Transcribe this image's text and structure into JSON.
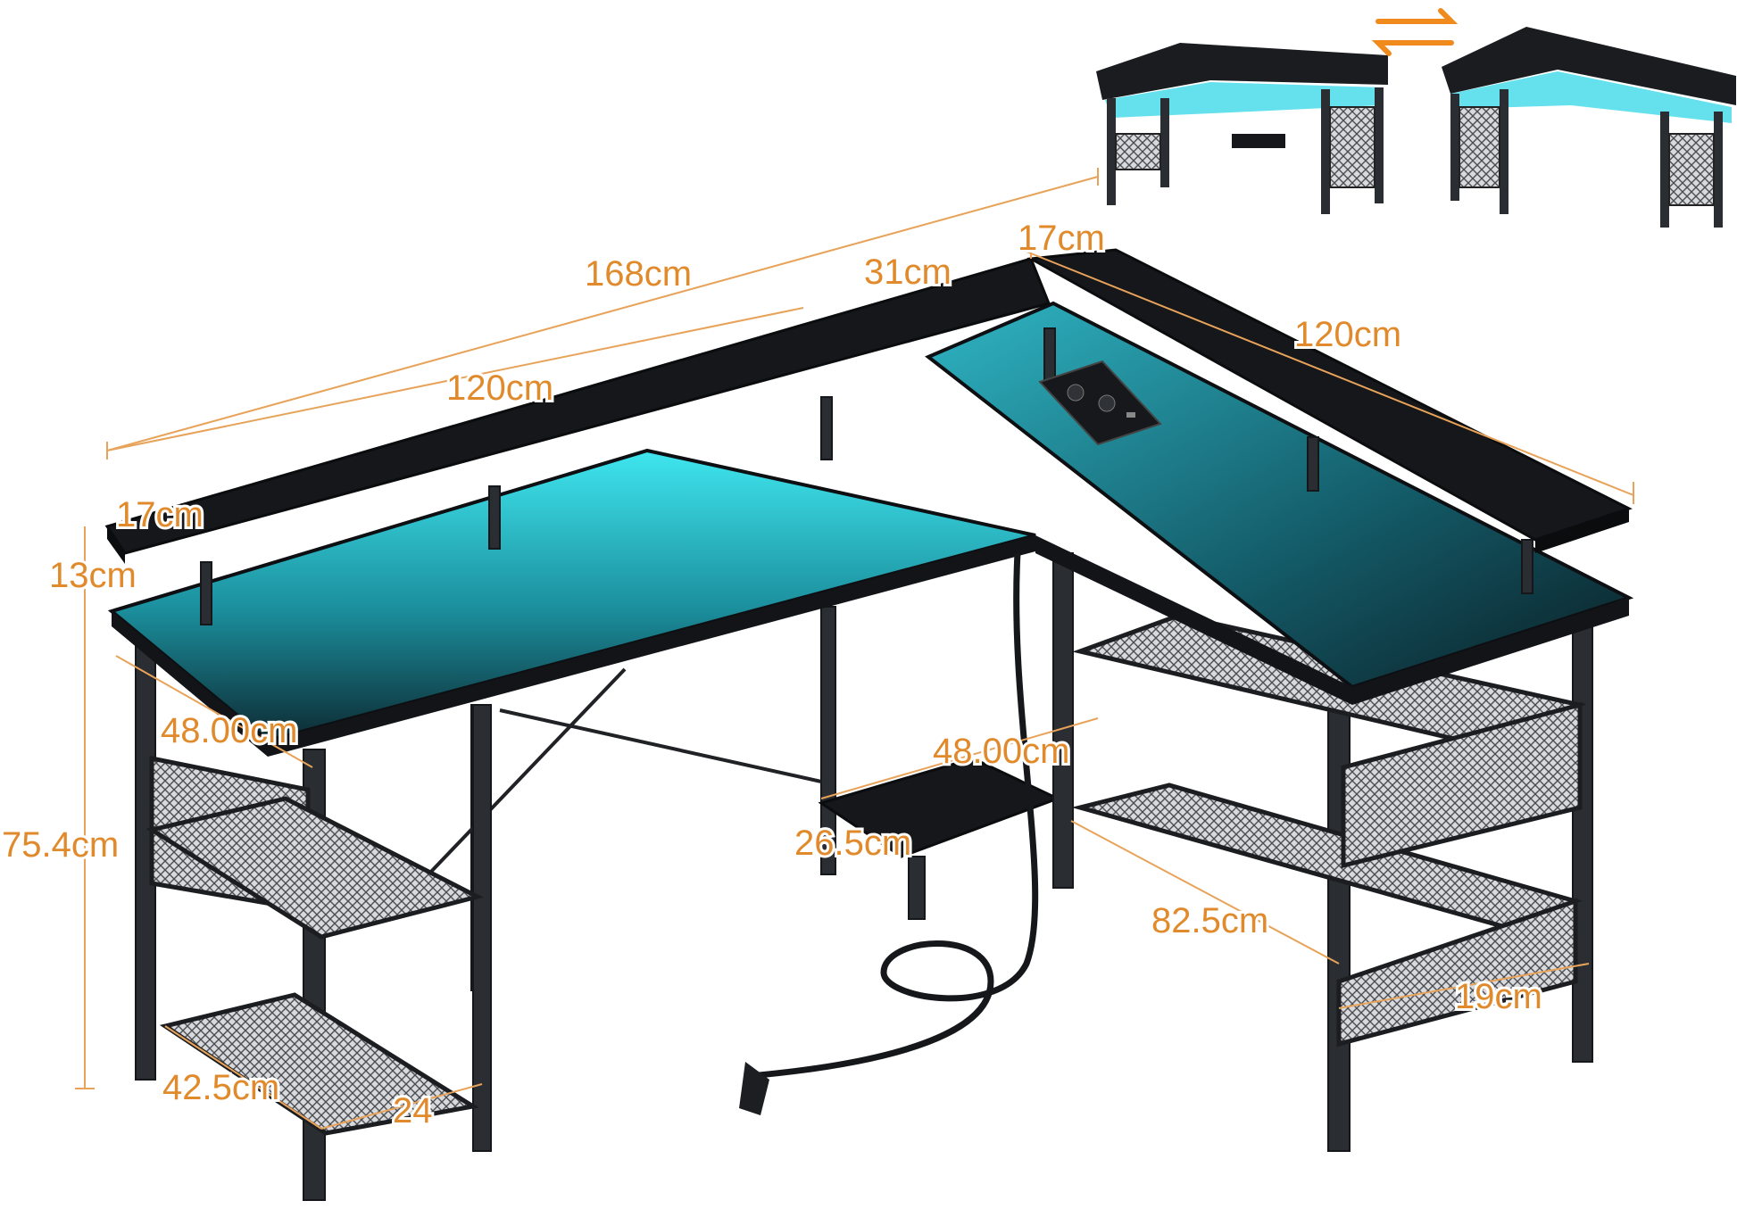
{
  "product": {
    "accent_color": "#e08a2c",
    "glow_color": "#2ee6f0",
    "swap_icon": "swap-arrows-icon"
  },
  "dimensions": {
    "total_length": "168cm",
    "left_desk_length": "120cm",
    "corner_gap": "31cm",
    "right_shelf_depth": "17cm",
    "right_desk_length": "120cm",
    "left_shelf_depth": "17cm",
    "shelf_height": "13cm",
    "desk_depth_left": "48.00cm",
    "desk_height": "75.4cm",
    "desk_depth_right": "48.00cm",
    "footrest_depth": "26.5cm",
    "side_shelf_length": "82.5cm",
    "side_shelf_depth": "19cm",
    "bottom_shelf_length": "42.5cm",
    "bottom_shelf_depth": "24"
  }
}
